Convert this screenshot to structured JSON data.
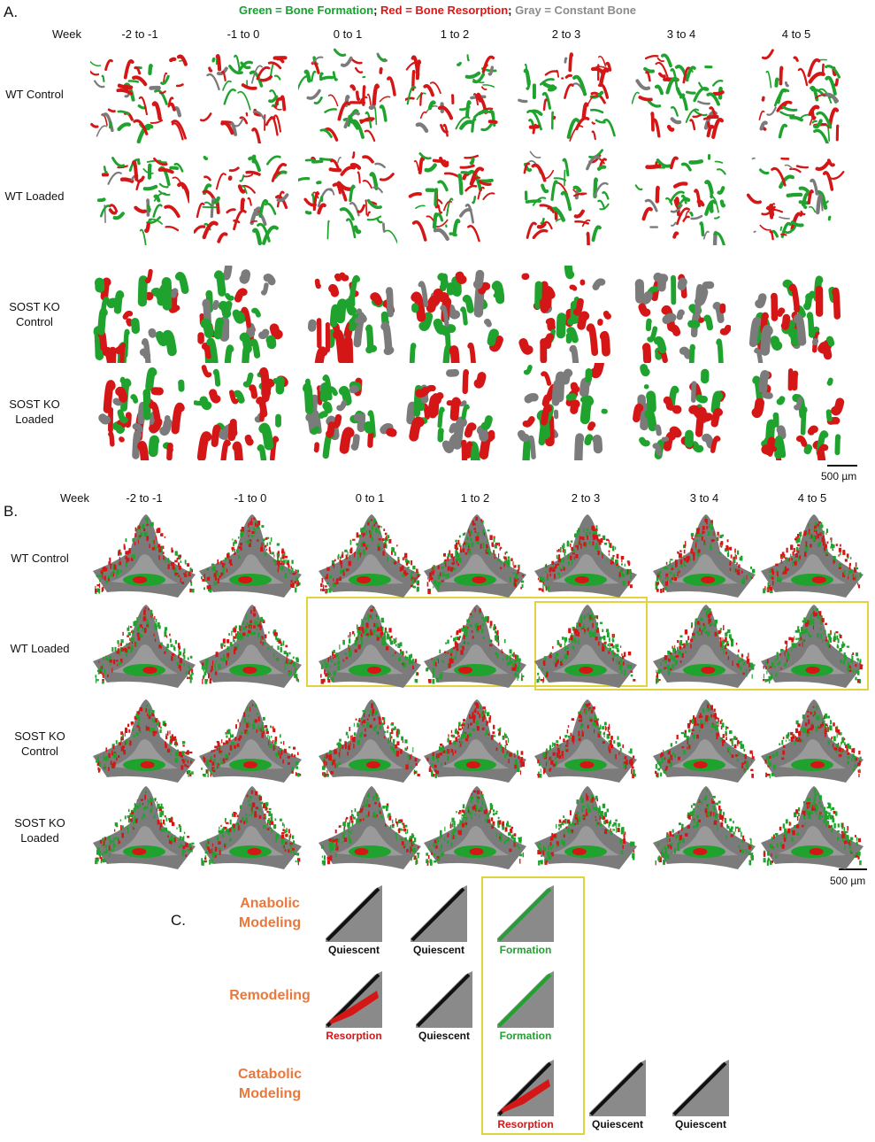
{
  "legend": {
    "green": "Green = Bone Formation",
    "red": "Red = Bone Resorption",
    "gray": "Gray = Constant Bone",
    "sep": ";"
  },
  "colors": {
    "formation": "#1fa32e",
    "resorption": "#d41616",
    "constant": "#7b7b7b",
    "highlight_box": "#e2d23c",
    "modeling_title": "#e8783c"
  },
  "panelA": {
    "letter": "A.",
    "week_label": "Week",
    "columns": [
      "-2 to -1",
      "-1 to 0",
      "0 to 1",
      "1 to 2",
      "2 to 3",
      "3 to 4",
      "4 to 5"
    ],
    "rows": [
      [
        "WT Control"
      ],
      [
        "WT Loaded"
      ],
      [
        "SOST KO",
        "Control"
      ],
      [
        "SOST KO",
        "Loaded"
      ]
    ],
    "scale": "500 µm"
  },
  "panelB": {
    "letter": "B.",
    "week_label": "Week",
    "columns": [
      "-2 to -1",
      "-1 to 0",
      "0 to 1",
      "1 to 2",
      "2 to 3",
      "3 to 4",
      "4 to 5"
    ],
    "rows": [
      [
        "WT Control"
      ],
      [
        "WT Loaded"
      ],
      [
        "SOST KO",
        "Control"
      ],
      [
        "SOST KO",
        "Loaded"
      ]
    ],
    "scale": "500 µm"
  },
  "panelC": {
    "letter": "C.",
    "rows": [
      {
        "title": [
          "Anabolic",
          "Modeling"
        ],
        "tiles": [
          "Quiescent",
          "Quiescent",
          "Formation"
        ]
      },
      {
        "title": [
          "Remodeling"
        ],
        "tiles": [
          "Resorption",
          "Quiescent",
          "Formation"
        ]
      },
      {
        "title": [
          "Catabolic",
          "Modeling"
        ],
        "tiles": [
          "Resorption",
          "Quiescent",
          "Quiescent"
        ]
      }
    ]
  }
}
